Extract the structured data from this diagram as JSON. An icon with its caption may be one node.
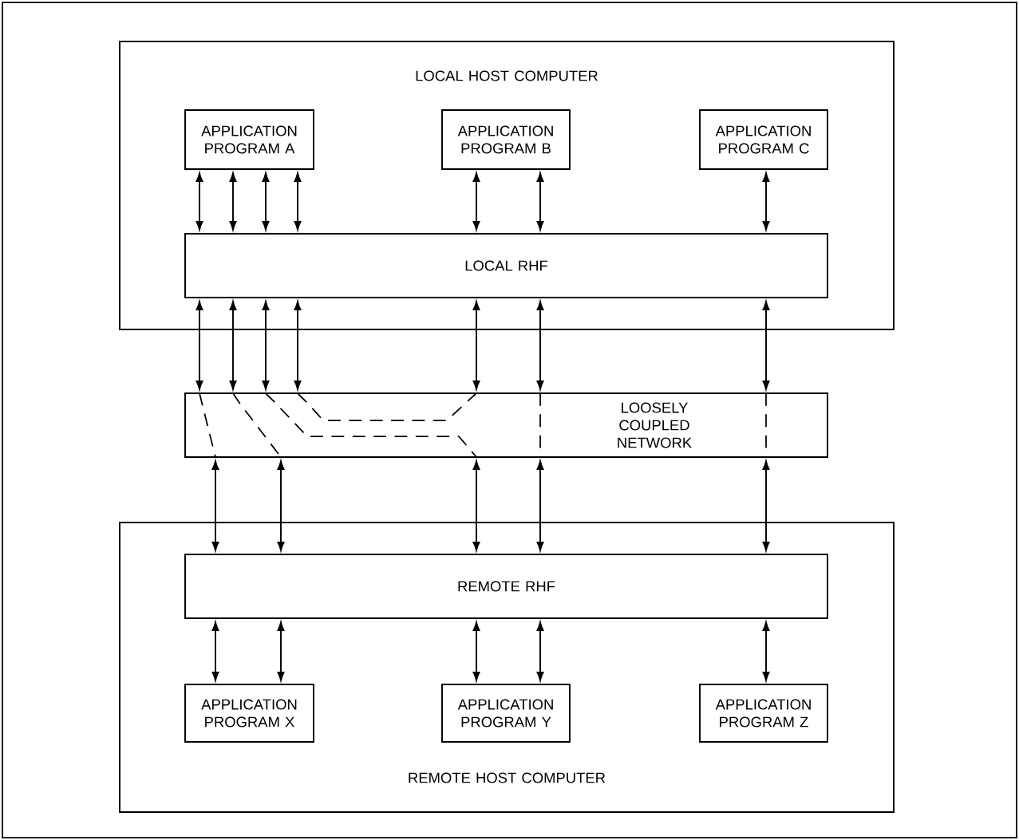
{
  "diagram": {
    "nodes": [
      {
        "text": [
          "LOCAL HOST COMPUTER"
        ]
      },
      {
        "text": [
          "APPLICATION PROGRAM A"
        ],
        "in": 0
      },
      {
        "text": [
          "APPLICATION PROGRAM B"
        ],
        "in": 0
      },
      {
        "text": [
          "APPLICATION PROGRAM C"
        ],
        "in": 0
      },
      {
        "text": [
          "LOCAL RHF"
        ],
        "in": 0
      },
      {
        "text": [
          "LOOSELY COUPLED NETWORK"
        ]
      },
      {
        "text": [
          "REMOTE HOST COMPUTER"
        ]
      },
      {
        "text": [
          "REMOTE RHF"
        ],
        "in": 6
      },
      {
        "text": [
          "APPLICATION PROGRAM X"
        ],
        "in": 6
      },
      {
        "text": [
          "APPLICATION PROGRAM Y"
        ],
        "in": 6
      },
      {
        "text": [
          "APPLICATION PROGRAM Z"
        ],
        "in": 6
      }
    ],
    "edges": [
      {
        "from": 1,
        "to": 4,
        "arrow": "both"
      },
      {
        "from": 1,
        "to": 4,
        "arrow": "both"
      },
      {
        "from": 1,
        "to": 4,
        "arrow": "both"
      },
      {
        "from": 1,
        "to": 4,
        "arrow": "both"
      },
      {
        "from": 2,
        "to": 4,
        "arrow": "both"
      },
      {
        "from": 2,
        "to": 4,
        "arrow": "both"
      },
      {
        "from": 3,
        "to": 4,
        "arrow": "both"
      },
      {
        "from": 4,
        "to": 5,
        "arrow": "both"
      },
      {
        "from": 4,
        "to": 5,
        "arrow": "both"
      },
      {
        "from": 4,
        "to": 5,
        "arrow": "both"
      },
      {
        "from": 4,
        "to": 5,
        "arrow": "both"
      },
      {
        "from": 4,
        "to": 5,
        "arrow": "both"
      },
      {
        "from": 4,
        "to": 5,
        "arrow": "both"
      },
      {
        "from": 4,
        "to": 5,
        "arrow": "both"
      },
      {
        "from": 5,
        "to": 7,
        "arrow": "both"
      },
      {
        "from": 5,
        "to": 7,
        "arrow": "both"
      },
      {
        "from": 5,
        "to": 7,
        "arrow": "both"
      },
      {
        "from": 5,
        "to": 7,
        "arrow": "both"
      },
      {
        "from": 5,
        "to": 7,
        "arrow": "both"
      },
      {
        "from": 7,
        "to": 8,
        "arrow": "both"
      },
      {
        "from": 7,
        "to": 8,
        "arrow": "both"
      },
      {
        "from": 7,
        "to": 9,
        "arrow": "both"
      },
      {
        "from": 7,
        "to": 9,
        "arrow": "both"
      },
      {
        "from": 7,
        "to": 10,
        "arrow": "both"
      }
    ]
  }
}
